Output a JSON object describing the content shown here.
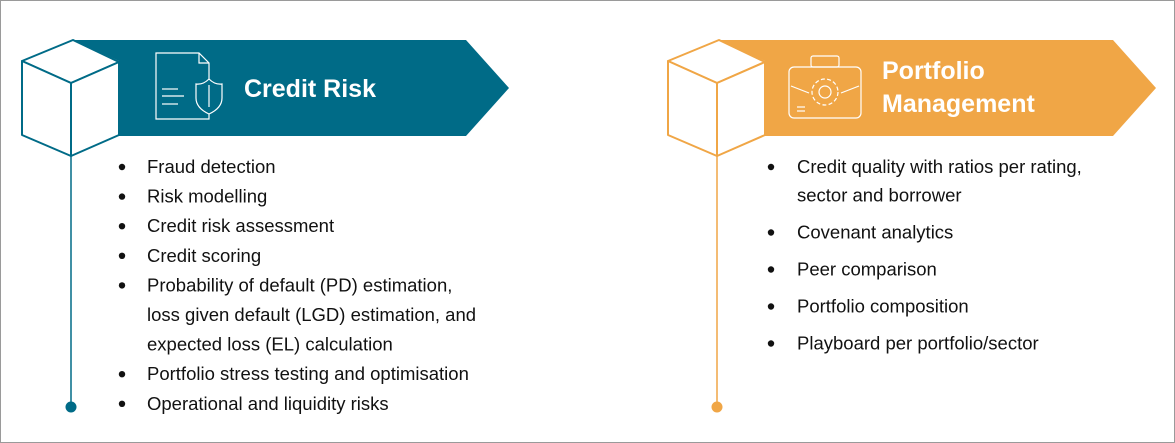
{
  "colors": {
    "credit_risk": "#006b87",
    "portfolio": "#f0a646"
  },
  "credit_risk": {
    "title": "Credit Risk",
    "icon": "document-shield-icon",
    "items": [
      [
        "Fraud detection"
      ],
      [
        "Risk modelling"
      ],
      [
        "Credit risk assessment"
      ],
      [
        "Credit scoring"
      ],
      [
        "Probability of default (PD) estimation,",
        "loss given default (LGD) estimation, and",
        "expected loss (EL) calculation"
      ],
      [
        "Portfolio stress testing and optimisation"
      ],
      [
        "Operational and liquidity risks"
      ]
    ]
  },
  "portfolio": {
    "title_line1": "Portfolio",
    "title_line2": "Management",
    "icon": "briefcase-gear-icon",
    "items": [
      [
        "Credit quality with ratios per rating,",
        "sector and borrower"
      ],
      [
        "Covenant analytics"
      ],
      [
        "Peer comparison"
      ],
      [
        "Portfolio composition"
      ],
      [
        "Playboard per portfolio/sector"
      ]
    ]
  }
}
